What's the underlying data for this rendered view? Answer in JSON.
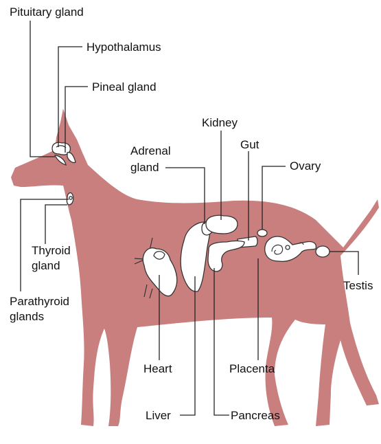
{
  "colors": {
    "body": "#c97f7e",
    "organ_fill": "#ffffff",
    "outline": "#333333",
    "text": "#111111"
  },
  "labels": {
    "pituitary": "Pituitary gland",
    "hypothalamus": "Hypothalamus",
    "pineal": "Pineal gland",
    "kidney": "Kidney",
    "adrenal_1": "Adrenal",
    "adrenal_2": "gland",
    "gut": "Gut",
    "ovary": "Ovary",
    "thyroid_1": "Thyroid",
    "thyroid_2": "gland",
    "parathyroid_1": "Parathyroid",
    "parathyroid_2": "glands",
    "heart": "Heart",
    "placenta": "Placenta",
    "testis": "Testis",
    "liver": "Liver",
    "pancreas": "Pancreas"
  }
}
